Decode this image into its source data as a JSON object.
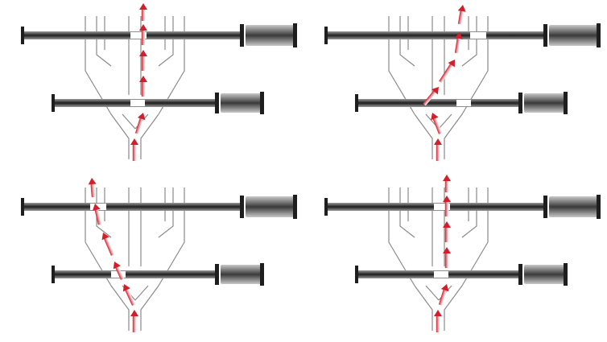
{
  "diagram": {
    "description_visible_text": "",
    "colors": {
      "pipe_outline": "#8a8a8a",
      "rod_dark": "#1e1e1e",
      "rod_light": "#9a9a9a",
      "cylinder_dark": "#3a3a3a",
      "cylinder_light": "#c8c8c8",
      "flow_arrow": "#d21f2b",
      "background": "#ffffff"
    },
    "panels": [
      {
        "id": "panel-0",
        "flow_path": "center-straight",
        "upper_valve_open": "center",
        "lower_valve_open": "center"
      },
      {
        "id": "panel-1",
        "flow_path": "right-branch",
        "upper_valve_open": "right",
        "lower_valve_open": "right"
      },
      {
        "id": "panel-2",
        "flow_path": "left-branch",
        "upper_valve_open": "left",
        "lower_valve_open": "left"
      },
      {
        "id": "panel-3",
        "flow_path": "center-straight",
        "upper_valve_open": "center",
        "lower_valve_open": "center"
      }
    ],
    "icons": [
      "flow-arrow-icon",
      "rod-icon",
      "cylinder-icon"
    ]
  }
}
